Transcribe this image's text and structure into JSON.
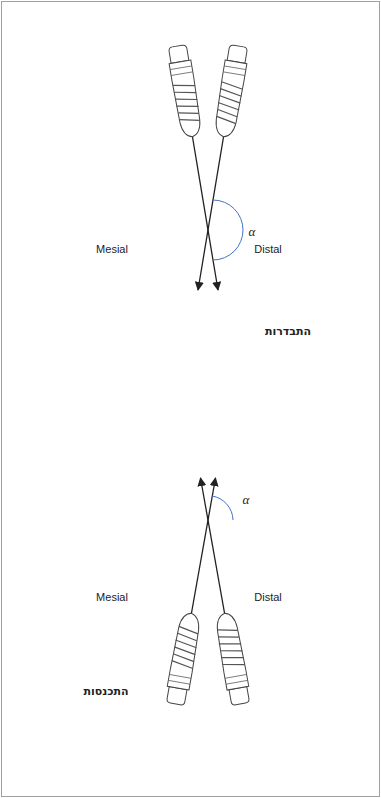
{
  "diagram": {
    "labels": [
      "Mesial",
      "Distal",
      "α",
      "התבדרות",
      "α",
      "Mesial",
      "Distal",
      "התכנסות"
    ]
  }
}
